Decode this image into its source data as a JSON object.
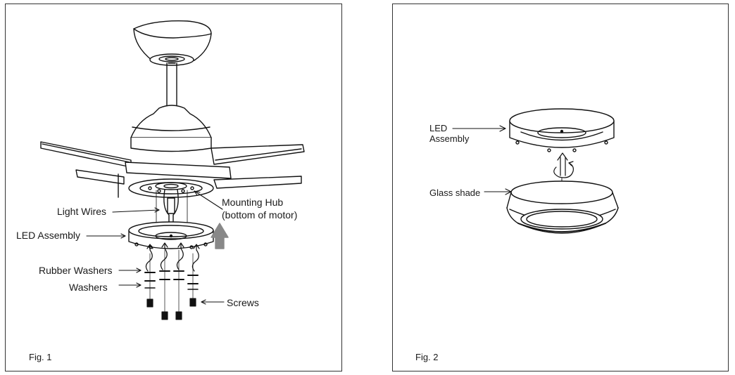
{
  "fig1": {
    "caption": "Fig. 1",
    "labels": {
      "light_wires": "Light Wires",
      "mounting_hub_line1": "Mounting Hub",
      "mounting_hub_line2": "(bottom of motor)",
      "led_assembly": "LED Assembly",
      "rubber_washers": "Rubber Washers",
      "washers": "Washers",
      "screws": "Screws"
    }
  },
  "fig2": {
    "caption": "Fig. 2",
    "labels": {
      "led_line1": "LED",
      "led_line2": "Assembly",
      "glass_shade": "Glass shade"
    }
  }
}
